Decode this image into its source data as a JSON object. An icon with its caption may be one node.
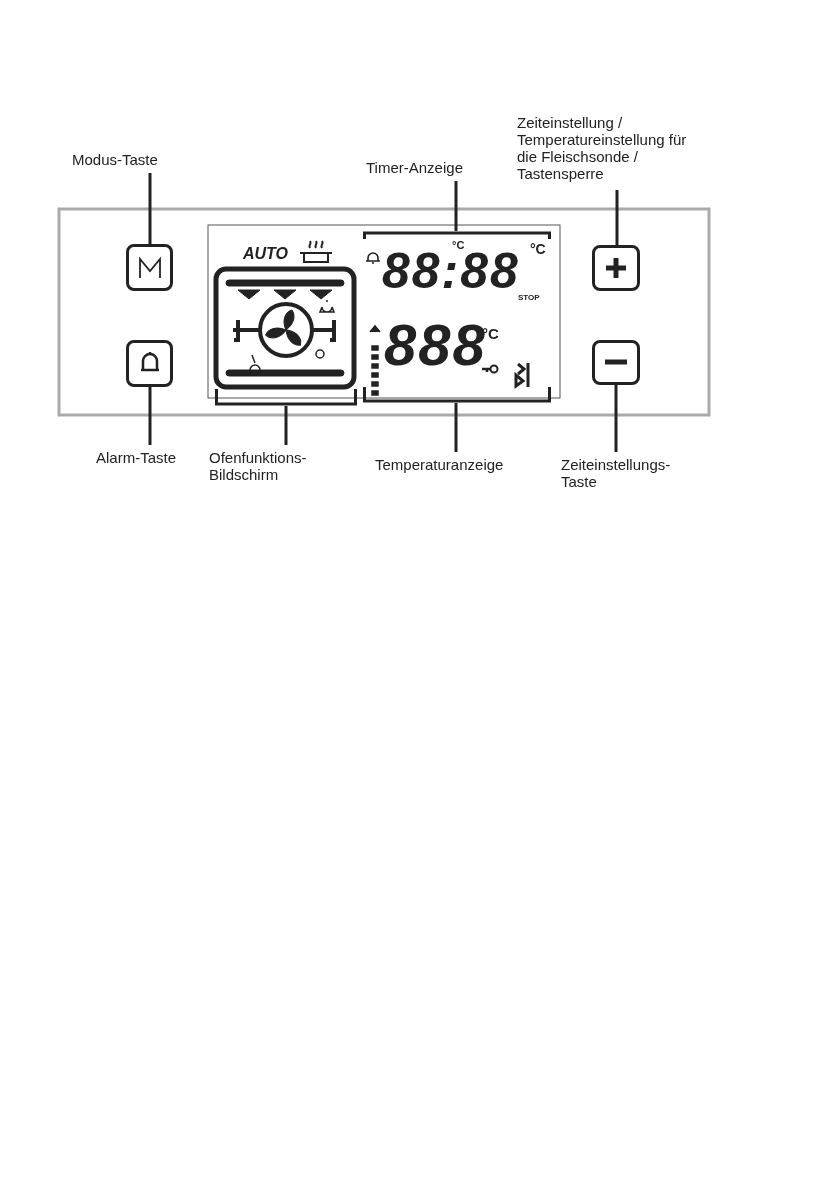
{
  "diagram": {
    "nodes": [
      {
        "text": [
          "Modus-Taste"
        ]
      },
      {
        "text": [
          "Timer-Anzeige"
        ]
      },
      {
        "text": [
          "Zeiteinstellung / Temperatureinstellung für die Fleischsonde / Tastensperre"
        ]
      },
      {
        "text": [],
        "shape": "box"
      },
      {
        "text": [],
        "shape": "box"
      },
      {
        "text": [],
        "shape": "bracket"
      },
      {
        "text": [],
        "shape": "box"
      },
      {
        "text": [],
        "shape": "bracket"
      },
      {
        "text": [],
        "shape": "bracket"
      },
      {
        "text": [],
        "shape": "box"
      },
      {
        "text": [
          "Alarm-Taste"
        ]
      },
      {
        "text": [
          "Ofenfunktions- Bildschirm"
        ]
      },
      {
        "text": [
          "Temperaturanzeige"
        ]
      },
      {
        "text": [
          "Zeiteinstellungs- Taste"
        ]
      }
    ],
    "edges": [
      {
        "from": 0,
        "to": 3,
        "arrow": "none"
      },
      {
        "from": 1,
        "to": 5,
        "arrow": "none"
      },
      {
        "from": 2,
        "to": 4,
        "arrow": "none"
      },
      {
        "from": 10,
        "to": 6,
        "arrow": "none"
      },
      {
        "from": 11,
        "to": 7,
        "arrow": "none"
      },
      {
        "from": 12,
        "to": 8,
        "arrow": "none"
      },
      {
        "from": 13,
        "to": 9,
        "arrow": "none"
      }
    ],
    "labels": [
      "AUTO",
      "88:88",
      "°C",
      "°C",
      "STOP",
      "888",
      "°C"
    ]
  }
}
